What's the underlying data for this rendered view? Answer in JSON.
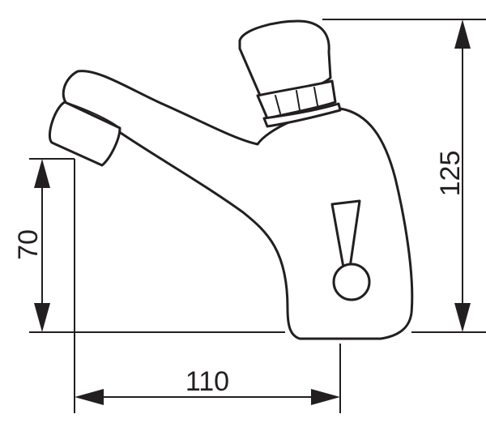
{
  "dimensions": {
    "height_total": "125",
    "spout_height": "70",
    "spout_reach": "110"
  }
}
